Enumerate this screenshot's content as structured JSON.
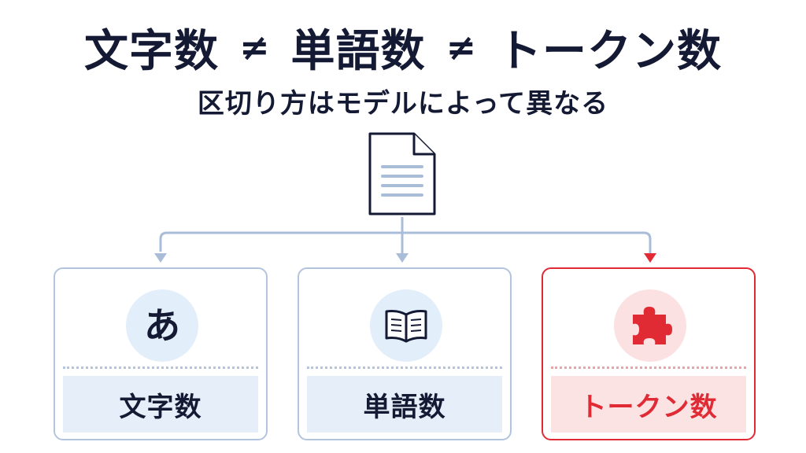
{
  "title": {
    "part1": "文字数",
    "neq1": "≠",
    "part2": "単語数",
    "neq2": "≠",
    "part3": "トークン数"
  },
  "subtitle": "区切り方はモデルによって異なる",
  "colors": {
    "text": "#141a33",
    "line": "#a9bcd8",
    "accent": "#e02a34",
    "card_fill": "#e6eff9",
    "accent_fill": "#fbe3e4"
  },
  "cards": [
    {
      "glyph": "あ",
      "icon": "hiragana-character-icon",
      "label": "文字数"
    },
    {
      "icon": "open-book-icon",
      "label": "単語数"
    },
    {
      "icon": "puzzle-piece-icon",
      "label": "トークン数"
    }
  ],
  "source_icon": "document-icon"
}
